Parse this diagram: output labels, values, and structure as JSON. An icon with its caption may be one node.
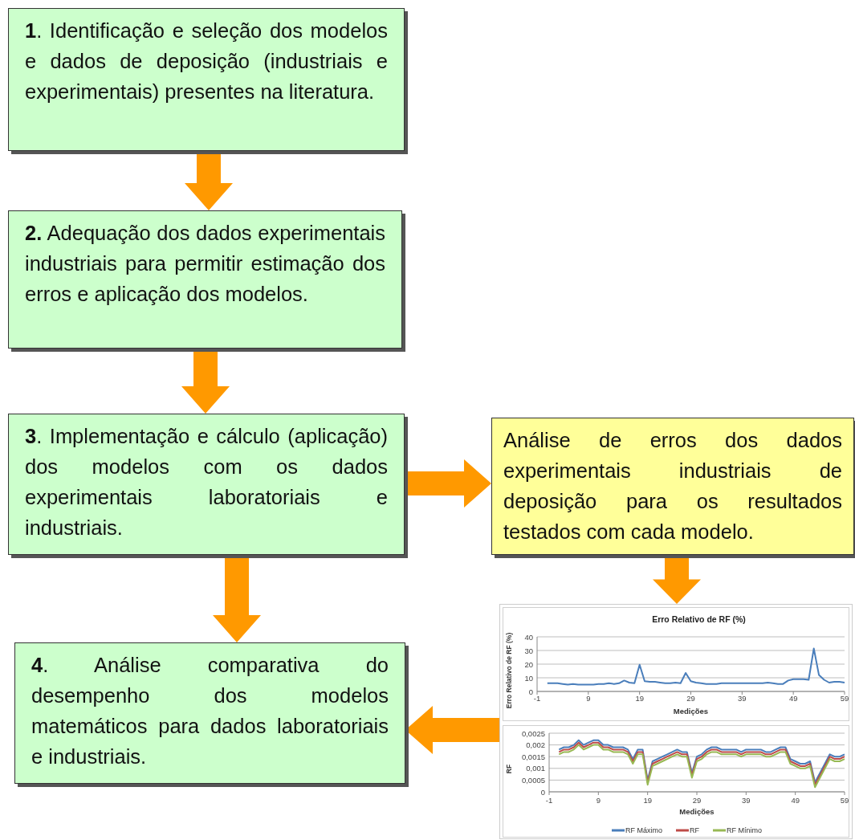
{
  "diagram": {
    "nodes": [
      {
        "text": [
          "**1**. Identificação e seleção dos modelos e dados de deposição (industriais e experimentais) presentes na literatura."
        ]
      },
      {
        "text": [
          "**2.** Adequação dos dados experimentais industriais para permitir estimação dos erros e aplicação dos modelos."
        ]
      },
      {
        "text": [
          "**3**. Implementação e cálculo (aplicação) dos modelos com os dados experimentais laboratoriais e industriais."
        ]
      },
      {
        "text": [
          "Análise de erros dos dados experimentais industriais de deposição para os resultados testados com cada modelo."
        ]
      },
      {
        "text": [],
        "shape": "box"
      },
      {
        "text": [
          "**4**. Análise comparativa do desempenho dos modelos matemáticos para dados laboratoriais e industriais."
        ]
      }
    ],
    "edges": [
      {
        "from": 0,
        "to": 1,
        "arrow": "to"
      },
      {
        "from": 1,
        "to": 2,
        "arrow": "to"
      },
      {
        "from": 2,
        "to": 3,
        "arrow": "to"
      },
      {
        "from": 2,
        "to": 5,
        "arrow": "to"
      },
      {
        "from": 3,
        "to": 4,
        "arrow": "to"
      },
      {
        "from": 4,
        "to": 5,
        "arrow": "to"
      }
    ],
    "chart_data": [
      {
        "type": "line",
        "title": "Erro Relativo de RF (%)",
        "xlabel": "Medições",
        "ylabel": "Erro Relativo de RF (%)",
        "x": [
          1,
          2,
          3,
          4,
          5,
          6,
          7,
          8,
          9,
          10,
          11,
          12,
          13,
          14,
          15,
          16,
          17,
          18,
          19,
          20,
          21,
          22,
          23,
          24,
          25,
          26,
          27,
          28,
          29,
          30,
          31,
          32,
          33,
          34,
          35,
          36,
          37,
          38,
          39,
          40,
          41,
          42,
          43,
          44,
          45,
          46,
          47,
          48,
          49,
          50,
          51,
          52,
          53,
          54,
          55,
          56,
          57,
          58,
          59
        ],
        "series": [
          {
            "color": "#4a7ebb",
            "values": [
              6,
              6,
              6,
              5.5,
              5,
              5.5,
              5,
              5,
              5,
              5,
              5.5,
              5.5,
              6,
              5.5,
              6,
              8,
              6.5,
              6,
              19.5,
              7.5,
              7,
              7,
              6.5,
              6,
              6,
              6.5,
              6,
              13.5,
              7.5,
              6.5,
              6,
              5.5,
              5.5,
              5.5,
              6,
              6,
              6,
              6,
              6,
              6,
              6,
              6,
              6,
              6.5,
              6,
              5.5,
              5.5,
              8,
              9,
              9,
              9,
              8.5,
              31.5,
              12,
              8.5,
              6.5,
              7,
              7,
              6.5
            ]
          }
        ],
        "grid": true,
        "xlim": [
          -1,
          59
        ],
        "ylim": [
          0,
          40
        ],
        "xticks": [
          -1,
          9,
          19,
          29,
          39,
          49,
          59
        ],
        "yticks": [
          0,
          10,
          20,
          30,
          40
        ]
      },
      {
        "type": "line",
        "xlabel": "Medições",
        "ylabel": "RF",
        "x": [
          1,
          2,
          3,
          4,
          5,
          6,
          7,
          8,
          9,
          10,
          11,
          12,
          13,
          14,
          15,
          16,
          17,
          18,
          19,
          20,
          21,
          22,
          23,
          24,
          25,
          26,
          27,
          28,
          29,
          30,
          31,
          32,
          33,
          34,
          35,
          36,
          37,
          38,
          39,
          40,
          41,
          42,
          43,
          44,
          45,
          46,
          47,
          48,
          49,
          50,
          51,
          52,
          53,
          54,
          55,
          56,
          57,
          58,
          59
        ],
        "series": [
          {
            "name": "RF Máximo",
            "color": "#4a7ebb",
            "values": [
              0.0018,
              0.0019,
              0.0019,
              0.002,
              0.0022,
              0.002,
              0.0021,
              0.0022,
              0.0022,
              0.002,
              0.002,
              0.0019,
              0.0019,
              0.0019,
              0.0018,
              0.0014,
              0.0018,
              0.0018,
              0.0005,
              0.0013,
              0.0014,
              0.0015,
              0.0016,
              0.0017,
              0.0018,
              0.0017,
              0.0017,
              0.0008,
              0.0015,
              0.0016,
              0.0018,
              0.0019,
              0.0019,
              0.0018,
              0.0018,
              0.0018,
              0.0018,
              0.0017,
              0.0018,
              0.0018,
              0.0018,
              0.0018,
              0.0017,
              0.0017,
              0.0018,
              0.0019,
              0.0019,
              0.0014,
              0.0013,
              0.0012,
              0.0012,
              0.0013,
              0.0004,
              0.0008,
              0.0012,
              0.0016,
              0.0015,
              0.0015,
              0.0016
            ]
          },
          {
            "name": "RF",
            "color": "#be4b48",
            "values": [
              0.0017,
              0.0018,
              0.0018,
              0.0019,
              0.0021,
              0.0019,
              0.002,
              0.0021,
              0.0021,
              0.0019,
              0.0019,
              0.0018,
              0.0018,
              0.0018,
              0.0017,
              0.0013,
              0.0017,
              0.0017,
              0.0004,
              0.0012,
              0.0013,
              0.0014,
              0.0015,
              0.0016,
              0.0017,
              0.0016,
              0.0016,
              0.0007,
              0.0014,
              0.0015,
              0.0017,
              0.0018,
              0.0018,
              0.0017,
              0.0017,
              0.0017,
              0.0017,
              0.0016,
              0.0017,
              0.0017,
              0.0017,
              0.0017,
              0.0016,
              0.0016,
              0.0017,
              0.0018,
              0.0018,
              0.0013,
              0.0012,
              0.0011,
              0.0011,
              0.0012,
              0.0003,
              0.0007,
              0.0011,
              0.0015,
              0.0014,
              0.0014,
              0.0015
            ]
          },
          {
            "name": "RF Mínimo",
            "color": "#98b954",
            "values": [
              0.0016,
              0.0017,
              0.0017,
              0.0018,
              0.002,
              0.0018,
              0.0019,
              0.002,
              0.002,
              0.0018,
              0.0018,
              0.0017,
              0.0017,
              0.0017,
              0.0016,
              0.0012,
              0.0016,
              0.0016,
              0.0003,
              0.0011,
              0.0012,
              0.0013,
              0.0014,
              0.0015,
              0.0016,
              0.0015,
              0.0015,
              0.0006,
              0.0013,
              0.0014,
              0.0016,
              0.0017,
              0.0017,
              0.0016,
              0.0016,
              0.0016,
              0.0016,
              0.0015,
              0.0016,
              0.0016,
              0.0016,
              0.0016,
              0.0015,
              0.0015,
              0.0016,
              0.0017,
              0.0017,
              0.0012,
              0.0011,
              0.001,
              0.001,
              0.0011,
              0.0002,
              0.0006,
              0.001,
              0.0014,
              0.0013,
              0.0013,
              0.0014
            ]
          }
        ],
        "grid": true,
        "legend": "bottom",
        "xlim": [
          -1,
          59
        ],
        "ylim": [
          0,
          0.0025
        ],
        "xticks": [
          -1,
          9,
          19,
          29,
          39,
          49,
          59
        ],
        "yticks": [
          {
            "value": 0,
            "label": "0"
          },
          {
            "value": 0.0005,
            "label": "0,0005"
          },
          {
            "value": 0.001,
            "label": "0,001"
          },
          {
            "value": 0.0015,
            "label": "0,0015"
          },
          {
            "value": 0.002,
            "label": "0,002"
          },
          {
            "value": 0.0025,
            "label": "0,0025"
          }
        ]
      }
    ]
  }
}
